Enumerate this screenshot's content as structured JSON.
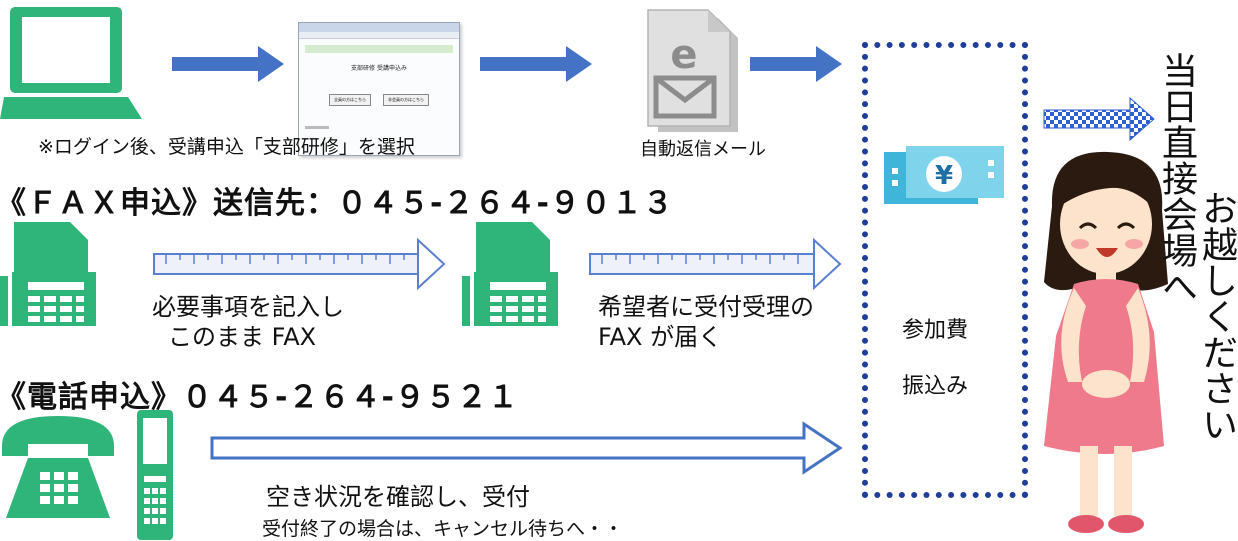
{
  "web": {
    "login_note": "※ログイン後、受講申込「支部研修」を選択",
    "screen_title": "支部研修 受講申込み",
    "screen_btn_left": "全員の方はこちら",
    "screen_btn_right": "非会員の方はこちら",
    "mail_label": "自動返信メール",
    "mail_letter": "e"
  },
  "fax": {
    "heading": "《ＦＡＸ申込》送信先：０４５-２６４-９０１３",
    "step1_line1": "必要事項を記入し",
    "step1_line2": "このまま FAX",
    "step2_line1": "希望者に受付受理の",
    "step2_line2": "FAX が届く"
  },
  "phone": {
    "heading": "《電話申込》０４５-２６４-９５２１",
    "step1_line1": "空き状況を確認し、受付",
    "step1_line2": "受付終了の場合は、キャンセル待ちへ・・"
  },
  "payment": {
    "yen_symbol": "¥",
    "label1": "参加費",
    "label2": "振込み"
  },
  "venue": {
    "text1": "当日直接会場へ",
    "text2": "お越しください"
  },
  "colors": {
    "arrow_blue": "#4472c4",
    "icon_green": "#2fb57a",
    "dotted_border": "#1f3d99"
  }
}
